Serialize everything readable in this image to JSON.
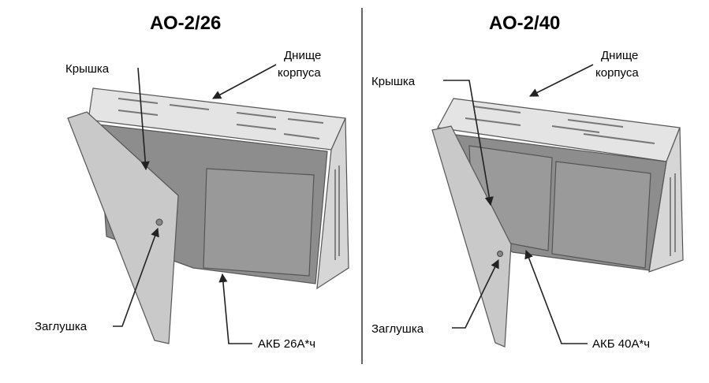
{
  "left": {
    "title": "АО-2/26",
    "lid": "Крышка",
    "bottom_line1": "Днище",
    "bottom_line2": "корпуса",
    "plug": "Заглушка",
    "battery": "АКБ 26А*ч"
  },
  "right": {
    "title": "АО-2/40",
    "lid": "Крышка",
    "bottom_line1": "Днище",
    "bottom_line2": "корпуса",
    "plug": "Заглушка",
    "battery": "АКБ 40А*ч"
  }
}
